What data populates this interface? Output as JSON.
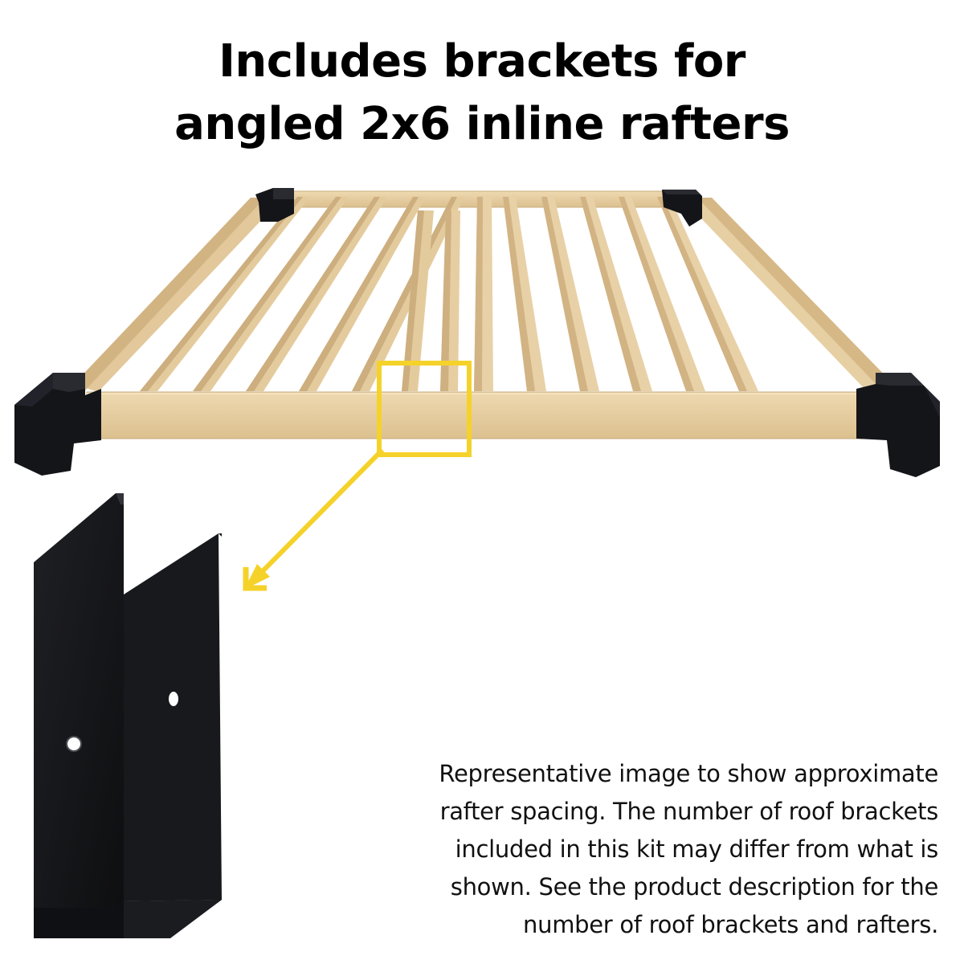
{
  "headline": {
    "line1": "Includes brackets for",
    "line2": "angled 2x6 inline rafters"
  },
  "note": {
    "line1": "Representative image to show approximate",
    "line2": "rafter spacing. The number of roof brackets",
    "line3": "included in this kit may differ from what is",
    "line4": "shown. See the product description for the",
    "line5": "number of roof brackets and rafters."
  },
  "icons": {
    "frame": "pergola-rafter-frame-illustration",
    "bracket": "rafter-bracket-illustration",
    "callout": "callout-arrow-icon"
  },
  "colors": {
    "wood": "#e6cfa5",
    "wood_dark": "#c9ad7d",
    "bracket": "#141518",
    "highlight": "#f5d22a",
    "text": "#000000"
  }
}
